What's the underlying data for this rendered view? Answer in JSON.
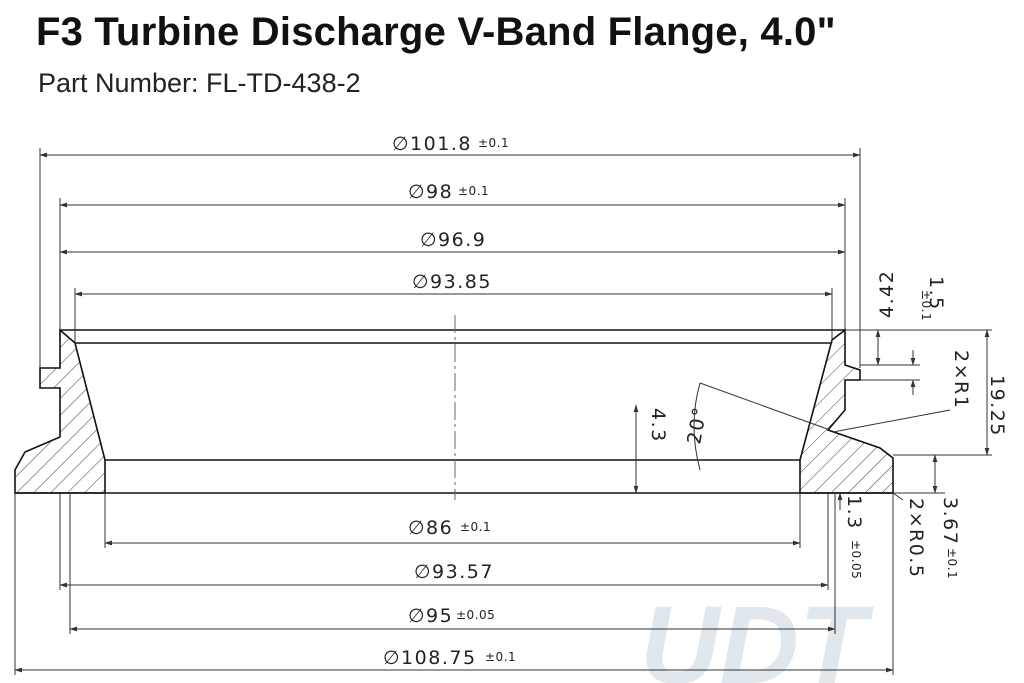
{
  "header": {
    "title": "F3 Turbine Discharge V-Band Flange, 4.0\"",
    "part_number": "Part Number: FL-TD-438-2"
  },
  "dimensions": {
    "d101_8": "∅101.8",
    "d101_8_tol": "±0.1",
    "d98": "∅98",
    "d98_tol": "±0.1",
    "d96_9": "∅96.9",
    "d93_85": "∅93.85",
    "d86": "∅86",
    "d86_tol": "±0.1",
    "d93_57": "∅93.57",
    "d95": "∅95",
    "d95_tol": "±0.05",
    "d108_75": "∅108.75",
    "d108_75_tol": "±0.1",
    "v4_42": "4.42",
    "v1_5": "1.5",
    "v1_5_tol": "±0.1",
    "v19_25": "19.25",
    "r2x1": "2×R1",
    "angle20": "20°",
    "v4_3": "4.3",
    "v1_3": "1.3",
    "v1_3_tol": "±0.05",
    "r2x0_5": "2×R0.5",
    "v3_67": "3.67",
    "v3_67_tol": "±0.1"
  },
  "watermark": "UDT"
}
